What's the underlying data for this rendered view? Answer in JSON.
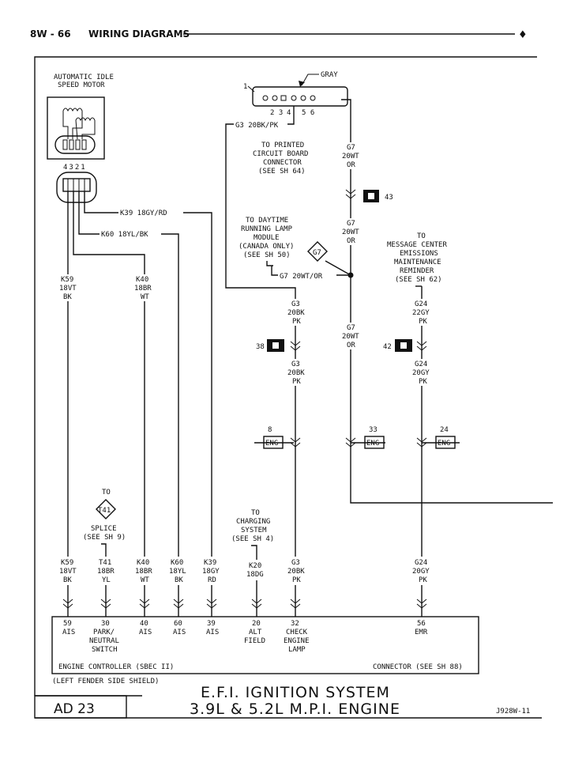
{
  "header": {
    "page": "8W - 66",
    "section": "WIRING DIAGRAMS",
    "mark": "♦"
  },
  "ais_motor": {
    "title": [
      "AUTOMATIC IDLE",
      "SPEED MOTOR"
    ],
    "pins": "4321"
  },
  "top_connector": {
    "color_label": "GRAY",
    "pin_one": "1",
    "pins_left": "2 3",
    "pin_four": "4",
    "pins_right": "5 6",
    "g3_label": "G3 20BK/PK",
    "pcb_note": [
      "TO PRINTED",
      "CIRCUIT BOARD",
      "CONNECTOR",
      "(SEE SH 64)"
    ]
  },
  "grounds": {
    "g43": "43",
    "g38": "38",
    "g42": "42"
  },
  "drl_note": [
    "TO DAYTIME",
    "RUNNING LAMP",
    "MODULE",
    "(CANADA ONLY)",
    "(SEE SH 50)"
  ],
  "drl_connector": "G7",
  "drl_wire": "G7 20WT/OR",
  "emr_note": [
    "TO",
    "MESSAGE CENTER",
    "EMISSIONS",
    "MAINTENANCE",
    "REMINDER",
    "(SEE SH 62)"
  ],
  "wire_labels": {
    "k39_top": "K39 18GY/RD",
    "k60_top": "K60 18YL/BK",
    "k59_top": [
      "K59",
      "18VT",
      "BK"
    ],
    "k40_top": [
      "K40",
      "18BR",
      "WT"
    ],
    "g7_a": [
      "G7",
      "20WT",
      "OR"
    ],
    "g7_b": [
      "G7",
      "20WT",
      "OR"
    ],
    "g7_c": [
      "G7",
      "20WT",
      "OR"
    ],
    "g3_a": [
      "G3",
      "20BK",
      "PK"
    ],
    "g3_b": [
      "G3",
      "20BK",
      "PK"
    ],
    "g24_a": [
      "G24",
      "22GY",
      "PK"
    ],
    "g24_b": [
      "G24",
      "20GY",
      "PK"
    ]
  },
  "eng_refs": [
    {
      "num": "8",
      "label": "ENG"
    },
    {
      "num": "33",
      "label": "ENG"
    },
    {
      "num": "24",
      "label": "ENG"
    }
  ],
  "t41_note": {
    "to": "TO",
    "connector": "T41",
    "splice": [
      "SPLICE",
      "(SEE SH 9)"
    ]
  },
  "charging_note": [
    "TO",
    "CHARGING",
    "SYSTEM",
    "(SEE SH 4)"
  ],
  "bottom_wires": [
    {
      "lines": [
        "K59",
        "18VT",
        "BK"
      ]
    },
    {
      "lines": [
        "T41",
        "18BR",
        "YL"
      ]
    },
    {
      "lines": [
        "K40",
        "18BR",
        "WT"
      ]
    },
    {
      "lines": [
        "K60",
        "18YL",
        "BK"
      ]
    },
    {
      "lines": [
        "K39",
        "18GY",
        "RD"
      ]
    },
    {
      "lines": [
        "K20",
        "18DG",
        ""
      ]
    },
    {
      "lines": [
        "G3",
        "20BK",
        "PK"
      ]
    },
    {
      "lines": [
        "G24",
        "20GY",
        "PK"
      ]
    }
  ],
  "pins": [
    {
      "num": "59",
      "lines": [
        "AIS"
      ]
    },
    {
      "num": "30",
      "lines": [
        "PARK/",
        "NEUTRAL",
        "SWITCH"
      ]
    },
    {
      "num": "40",
      "lines": [
        "AIS"
      ]
    },
    {
      "num": "60",
      "lines": [
        "AIS"
      ]
    },
    {
      "num": "39",
      "lines": [
        "AIS"
      ]
    },
    {
      "num": "20",
      "lines": [
        "ALT",
        "FIELD"
      ]
    },
    {
      "num": "32",
      "lines": [
        "CHECK",
        "ENGINE",
        "LAMP"
      ]
    },
    {
      "num": "56",
      "lines": [
        "EMR"
      ]
    }
  ],
  "controller": {
    "name": "ENGINE CONTROLLER (SBEC II)",
    "connector": "CONNECTOR (SEE SH 88)",
    "location": "(LEFT FENDER SIDE SHIELD)"
  },
  "title_block": {
    "code": "AD  23",
    "title1": "E.F.I. IGNITION SYSTEM",
    "title2": "3.9L & 5.2L M.P.I. ENGINE",
    "ref": "J928W-11"
  }
}
